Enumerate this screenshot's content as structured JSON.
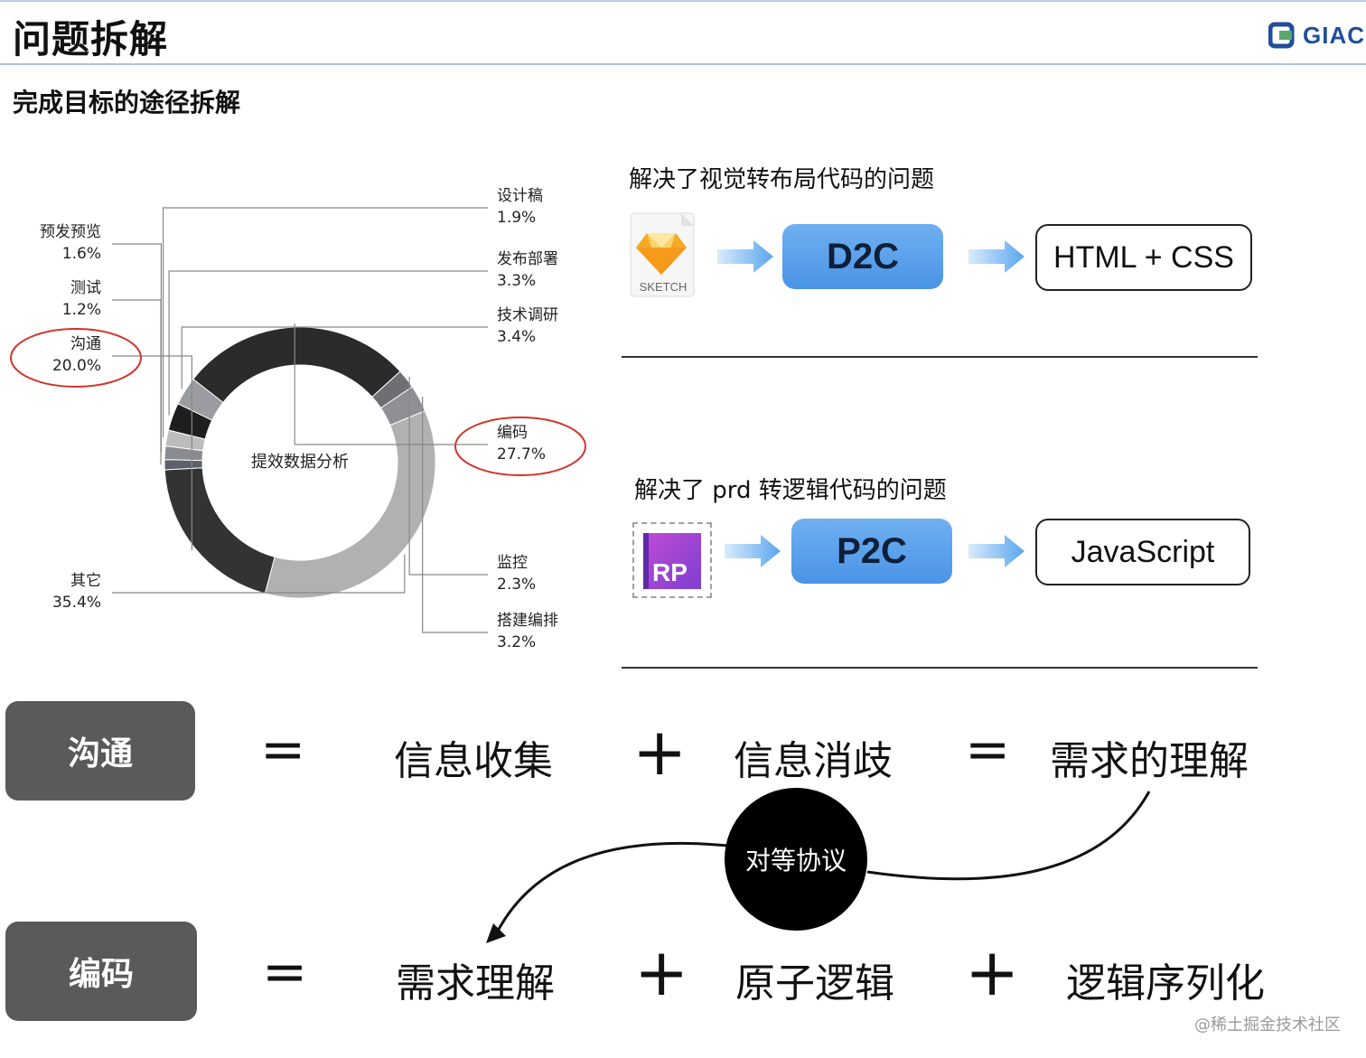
{
  "header": {
    "title": "问题拆解",
    "logo_text": "GIAC"
  },
  "subtitle": "完成目标的途径拆解",
  "chart_data": {
    "type": "pie",
    "variant": "donut",
    "center_label": "提效数据分析",
    "slices": [
      {
        "label": "编码",
        "value": 27.7,
        "display": "27.7%",
        "color": "#2b2b2b",
        "highlighted": true
      },
      {
        "label": "监控",
        "value": 2.3,
        "display": "2.3%",
        "color": "#6e6f73",
        "highlighted": false
      },
      {
        "label": "搭建编排",
        "value": 3.2,
        "display": "3.2%",
        "color": "#8e9095",
        "highlighted": false
      },
      {
        "label": "其它",
        "value": 35.4,
        "display": "35.4%",
        "color": "#b1b1b1",
        "highlighted": false
      },
      {
        "label": "沟通",
        "value": 20.0,
        "display": "20.0%",
        "color": "#333333",
        "highlighted": true
      },
      {
        "label": "测试",
        "value": 1.2,
        "display": "1.2%",
        "color": "#5c6069",
        "highlighted": false
      },
      {
        "label": "预发预览",
        "value": 1.6,
        "display": "1.6%",
        "color": "#8a8c92",
        "highlighted": false
      },
      {
        "label": "设计稿",
        "value": 1.9,
        "display": "1.9%",
        "color": "#bdbdbd",
        "highlighted": false
      },
      {
        "label": "发布部署",
        "value": 3.3,
        "display": "3.3%",
        "color": "#1e1e1e",
        "highlighted": false
      },
      {
        "label": "技术调研",
        "value": 3.4,
        "display": "3.4%",
        "color": "#9a9ca2",
        "highlighted": false
      }
    ]
  },
  "flows": [
    {
      "title": "解决了视觉转布局代码的问题",
      "icon": "sketch-icon",
      "icon_caption": "SKETCH",
      "badge": "D2C",
      "output": "HTML + CSS"
    },
    {
      "title": "解决了 prd 转逻辑代码的问题",
      "icon": "axure-rp-icon",
      "icon_caption": "RP",
      "badge": "P2C",
      "output": "JavaScript"
    }
  ],
  "equations": {
    "row1": {
      "term": "沟通",
      "equals": "=",
      "a": "信息收集",
      "plus": "+",
      "b": "信息消歧",
      "equals2": "=",
      "result": "需求的理解"
    },
    "bridge": "对等协议",
    "row2": {
      "term": "编码",
      "equals": "=",
      "a": "需求理解",
      "plus": "+",
      "b": "原子逻辑",
      "plus2": "+",
      "result": "逻辑序列化"
    }
  },
  "colors": {
    "highlight_ring": "#d0342c",
    "badge_blue": "#4a93e6",
    "arrow_blue": "#5aa6ee",
    "term_box": "#5a5a5a"
  },
  "watermark": "@稀土掘金技术社区"
}
